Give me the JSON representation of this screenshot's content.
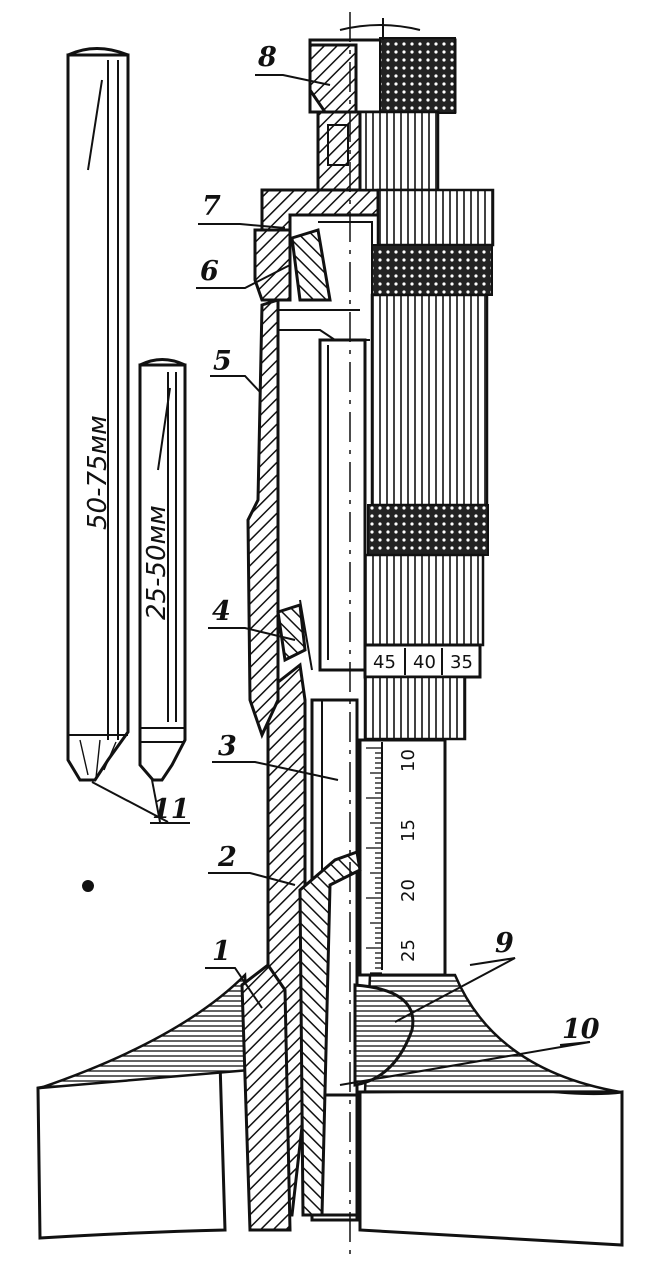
{
  "figure": {
    "labels": [
      "1",
      "2",
      "3",
      "4",
      "5",
      "6",
      "7",
      "8",
      "9",
      "10",
      "11"
    ],
    "extension_rods": [
      "50-75мм",
      "25-50мм"
    ],
    "thimble_scale": [
      "45",
      "40",
      "35"
    ],
    "sleeve_scale": [
      "25",
      "20",
      "15",
      "10"
    ]
  },
  "colors": {
    "ink": "#111111",
    "paper": "#ffffff"
  }
}
